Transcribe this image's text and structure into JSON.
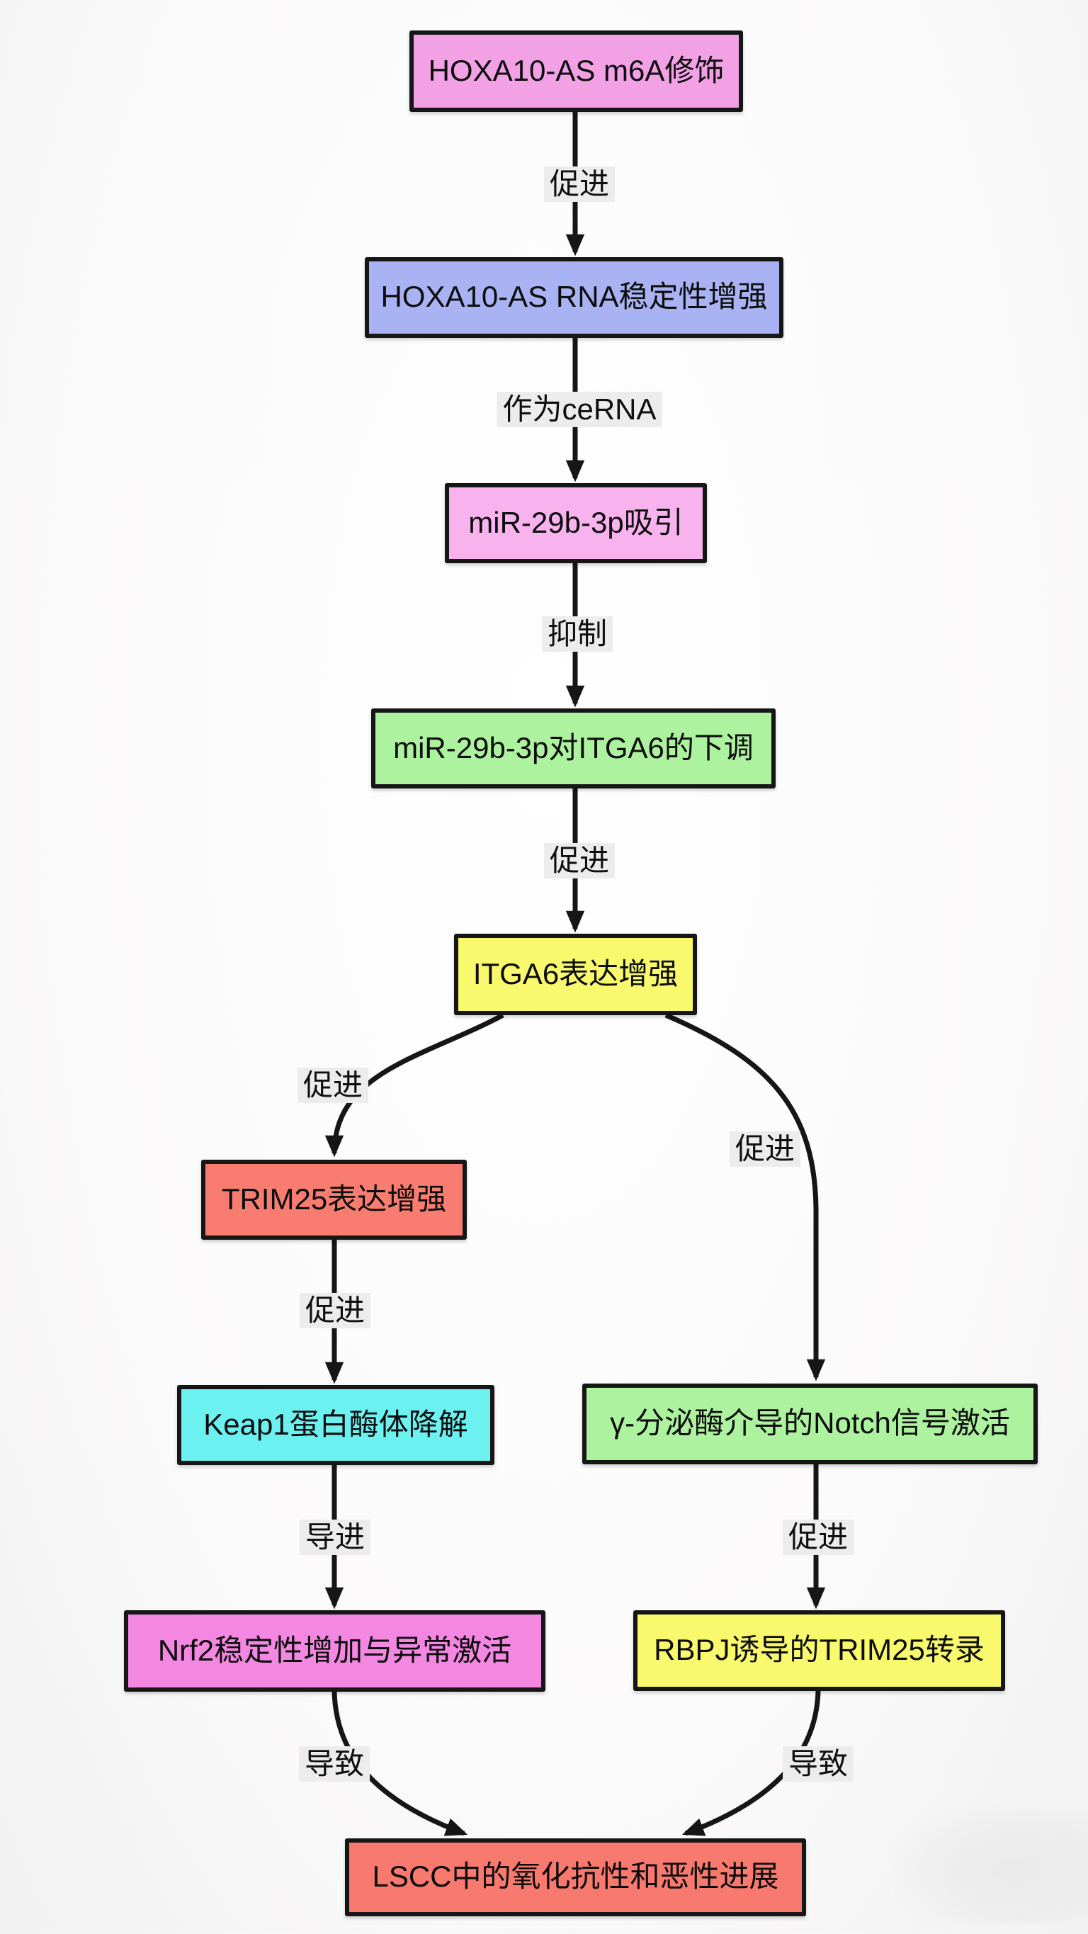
{
  "diagram": {
    "type": "flowchart",
    "direction": "top-down",
    "background_color": "#fbfafa",
    "line_color": "#161616",
    "edge_label_bg_color": "#ececec",
    "nodes": [
      {
        "id": "A",
        "label": "HOXA10-AS m6A修饰",
        "fill": "#f2a1e5"
      },
      {
        "id": "B",
        "label": "HOXA10-AS RNA稳定性增强",
        "fill": "#a9b3f3"
      },
      {
        "id": "C",
        "label": "miR-29b-3p吸引",
        "fill": "#f8b3ee"
      },
      {
        "id": "D",
        "label": "miR-29b-3p对ITGA6的下调",
        "fill": "#adf29e"
      },
      {
        "id": "E",
        "label": "ITGA6表达增强",
        "fill": "#f8f96d"
      },
      {
        "id": "F",
        "label": "TRIM25表达增强",
        "fill": "#f87d70"
      },
      {
        "id": "G",
        "label": "Keap1蛋白酶体降解",
        "fill": "#6cf1f1"
      },
      {
        "id": "H",
        "label": "Nrf2稳定性增加与异常激活",
        "fill": "#f387e2"
      },
      {
        "id": "I",
        "label": "γ-分泌酶介导的Notch信号激活",
        "fill": "#adf29e"
      },
      {
        "id": "J",
        "label": "RBPJ诱导的TRIM25转录",
        "fill": "#f8f96d"
      },
      {
        "id": "K",
        "label": "LSCC中的氧化抗性和恶性进展",
        "fill": "#f8796e"
      }
    ],
    "edges": [
      {
        "from": "A",
        "to": "B",
        "label": "促进"
      },
      {
        "from": "B",
        "to": "C",
        "label": "作为ceRNA"
      },
      {
        "from": "C",
        "to": "D",
        "label": "抑制"
      },
      {
        "from": "D",
        "to": "E",
        "label": "促进"
      },
      {
        "from": "E",
        "to": "F",
        "label": "促进"
      },
      {
        "from": "E",
        "to": "I",
        "label": "促进"
      },
      {
        "from": "F",
        "to": "G",
        "label": "促进"
      },
      {
        "from": "G",
        "to": "H",
        "label": "导进"
      },
      {
        "from": "I",
        "to": "J",
        "label": "促进"
      },
      {
        "from": "H",
        "to": "K",
        "label": "导致"
      },
      {
        "from": "J",
        "to": "K",
        "label": "导致"
      }
    ]
  }
}
